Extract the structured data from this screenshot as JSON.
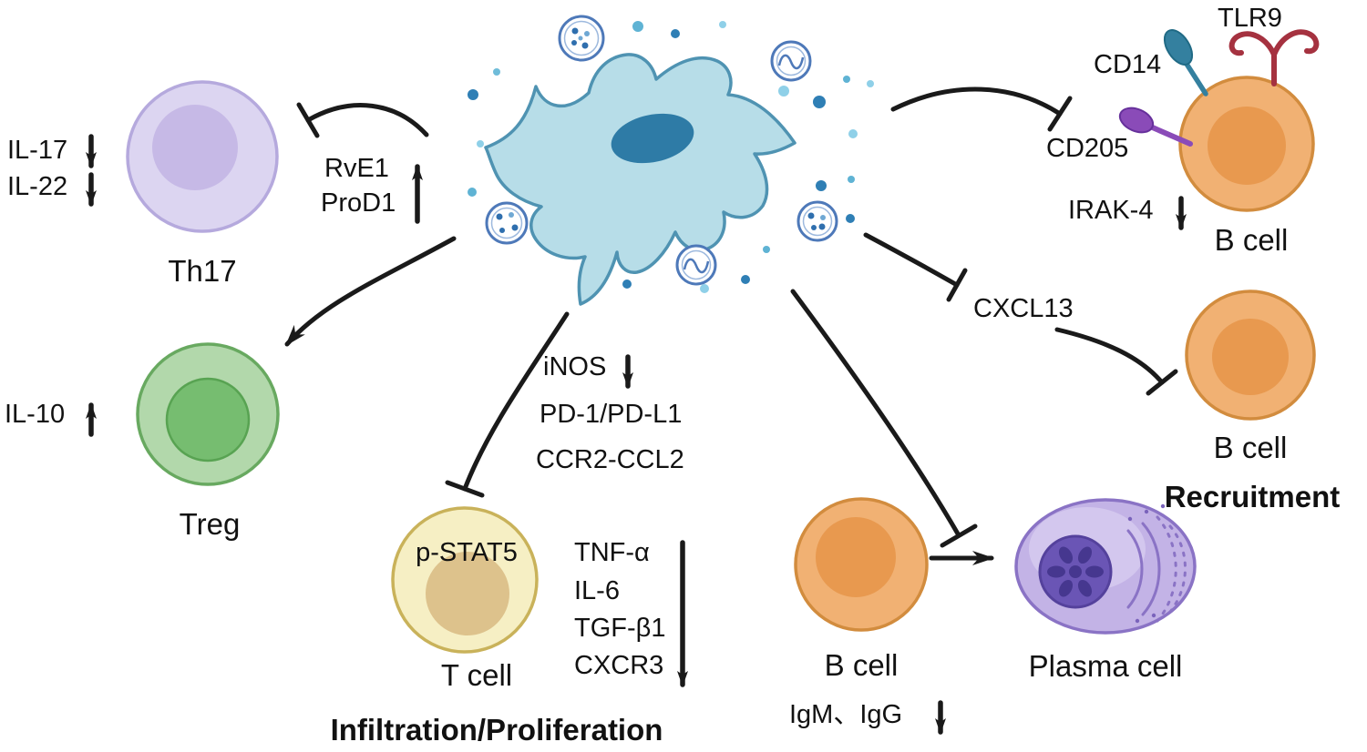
{
  "labels": {
    "il17": "IL-17",
    "il22": "IL-22",
    "th17": "Th17",
    "rve1": "RvE1",
    "prod1": "ProD1",
    "il10": "IL-10",
    "treg": "Treg",
    "inos": "iNOS",
    "pd1_pdl1": "PD-1/PD-L1",
    "ccr2_ccl2": "CCR2-CCL2",
    "p_stat5": "p-STAT5",
    "t_cell": "T cell",
    "tnf_a": "TNF-α",
    "il6": "IL-6",
    "tgf_b1": "TGF-β1",
    "cxcr3": "CXCR3",
    "infiltration": "Infiltration/Proliferation",
    "b_cell_bottom": "B cell",
    "igm_igg": "IgM、IgG",
    "plasma_cell": "Plasma cell",
    "cxcl13": "CXCL13",
    "b_cell_mid": "B cell",
    "recruitment": "Recruitment",
    "tlr9": "TLR9",
    "cd14": "CD14",
    "cd205": "CD205",
    "irak4": "IRAK-4",
    "b_cell_top": "B cell"
  },
  "colors": {
    "text": "#111111",
    "arrow": "#1a1a1a",
    "central_body": "#b7dde8",
    "central_stroke": "#4f93b2",
    "central_nucleus": "#2e7ba6",
    "th17_body": "#dcd5f1",
    "th17_stroke": "#b5a9dd",
    "th17_nucleus": "#c6b9e6",
    "treg_body": "#b2d8ab",
    "treg_stroke": "#68a960",
    "treg_nucleus": "#76bd70",
    "tcell_body": "#f6efc4",
    "tcell_stroke": "#c9b25a",
    "tcell_nucleus": "#ddc28c",
    "bcell_body": "#f1b173",
    "bcell_stroke": "#d28c3e",
    "bcell_nucleus": "#e8994f",
    "plasma_body": "#c3b3e6",
    "plasma_stroke": "#8a73c5",
    "plasma_nucleus": "#6a55b5",
    "plasma_chromatin": "#46378f",
    "vesicle_ring": "#4e79b9",
    "tlr9_color": "#a53240",
    "cd14_color": "#34809f",
    "cd205_color": "#8a4bb8"
  },
  "edges": [
    {
      "from": "central-cell",
      "to": "Th17",
      "type": "inhibition"
    },
    {
      "from": "central-cell",
      "to": "Treg",
      "type": "activation"
    },
    {
      "from": "central-cell",
      "to": "T cell",
      "type": "inhibition"
    },
    {
      "from": "central-cell",
      "to": "B cell (top)",
      "type": "inhibition"
    },
    {
      "from": "central-cell",
      "to": "CXCL13",
      "type": "inhibition"
    },
    {
      "from": "CXCL13",
      "to": "B cell (recruitment)",
      "type": "inhibition"
    },
    {
      "from": "central-cell",
      "to": "B cell to Plasma cell differentiation",
      "type": "inhibition"
    },
    {
      "from": "B cell",
      "to": "Plasma cell",
      "type": "differentiation"
    }
  ]
}
